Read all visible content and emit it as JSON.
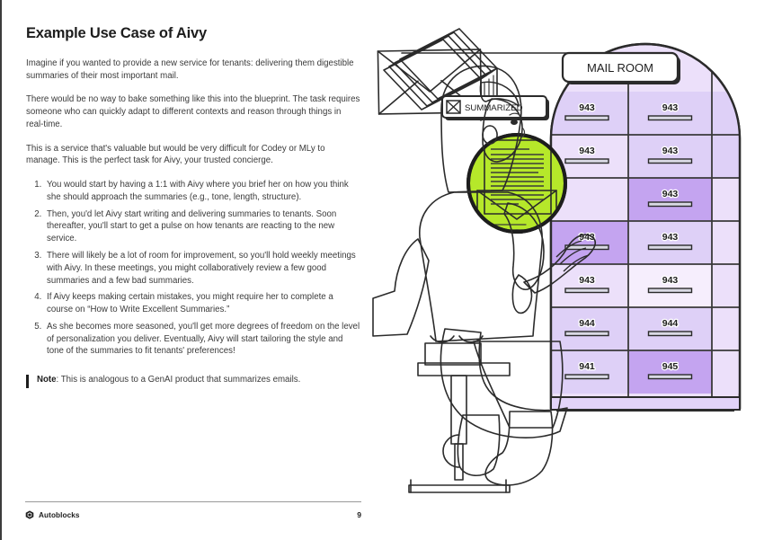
{
  "document": {
    "title": "Example Use Case of Aivy",
    "paragraphs": [
      "Imagine if you wanted to provide a new service for tenants: delivering them digestible summaries of their most important mail.",
      "There would be no way to bake something like this into the blueprint. The task requires someone who can quickly adapt to different contexts and reason through things in real-time.",
      "This is a service that's valuable but would be very difficult for Codey or MLy to manage. This is the perfect task for Aivy, your trusted concierge."
    ],
    "steps": [
      "You would start by having a 1:1 with Aivy where you brief her on how you think she should approach the summaries (e.g., tone, length, structure).",
      "Then, you'd let Aivy start writing and delivering summaries to tenants. Soon thereafter, you'll start to get a pulse on how tenants are reacting to the new service.",
      "There will likely be a lot of room for improvement, so you'll hold weekly meetings with Aivy. In these meetings, you might collaboratively review a few good summaries and a few bad summaries.",
      "If Aivy keeps making certain mistakes, you might require her to complete a course on “How to Write Excellent Summaries.”",
      "As she becomes more seasoned, you'll get more degrees of freedom on the level of personalization you deliver. Eventually, Aivy will start tailoring the style and tone of the summaries to fit tenants' preferences!"
    ],
    "note": {
      "label": "Note",
      "text": ": This is analogous to a GenAI product that summarizes emails."
    }
  },
  "footer": {
    "brand": "Autoblocks",
    "page_number": "9",
    "logo_icon": "autoblocks-cube-icon"
  },
  "illustration": {
    "sign_label": "MAIL ROOM",
    "badge": {
      "label": "SUMMARIZED",
      "icon": "envelope-x-icon"
    },
    "magnifier": {
      "icon": "magnifier-document-icon",
      "contents": "opened-envelope-with-letter"
    },
    "character": {
      "name": "aivy-concierge-character",
      "hair_color": "#f95fd8",
      "skin_color": "#f9c8e4",
      "shirt_color": "#8f73e0",
      "pants_color": "#5b24c9",
      "boots_color": "#c6aef7"
    },
    "stool": {
      "name": "stool",
      "color": "#eeeeee"
    },
    "mailboxes": {
      "rows": [
        {
          "left": {
            "number": "943",
            "tone": "mid"
          },
          "right": {
            "number": "943",
            "tone": "mid"
          },
          "edge": "mid"
        },
        {
          "left": {
            "number": "943",
            "tone": "light"
          },
          "right": {
            "number": "943",
            "tone": "mid"
          },
          "edge": "mid"
        },
        {
          "left": {
            "number": "",
            "tone": "light"
          },
          "right": {
            "number": "943",
            "tone": "dark"
          },
          "edge": "light"
        },
        {
          "left": {
            "number": "943",
            "tone": "dark"
          },
          "right": {
            "number": "943",
            "tone": "mid"
          },
          "edge": "light"
        },
        {
          "left": {
            "number": "943",
            "tone": "light"
          },
          "right": {
            "number": "943",
            "tone": "xlight"
          },
          "edge": "light"
        },
        {
          "left": {
            "number": "944",
            "tone": "mid"
          },
          "right": {
            "number": "944",
            "tone": "mid"
          },
          "edge": "light"
        },
        {
          "left": {
            "number": "941",
            "tone": "mid"
          },
          "right": {
            "number": "945",
            "tone": "dark"
          },
          "edge": "light"
        }
      ],
      "tones": {
        "xlight": "#f6eefd",
        "light": "#ece0fa",
        "mid": "#ded0f7",
        "dark": "#c4a4f0"
      }
    },
    "envelope_stack": {
      "name": "envelope-stack",
      "front_color": "#c3aaf0",
      "sheet_color": "#efe6fb"
    },
    "circle_color": "#b6e82a"
  }
}
